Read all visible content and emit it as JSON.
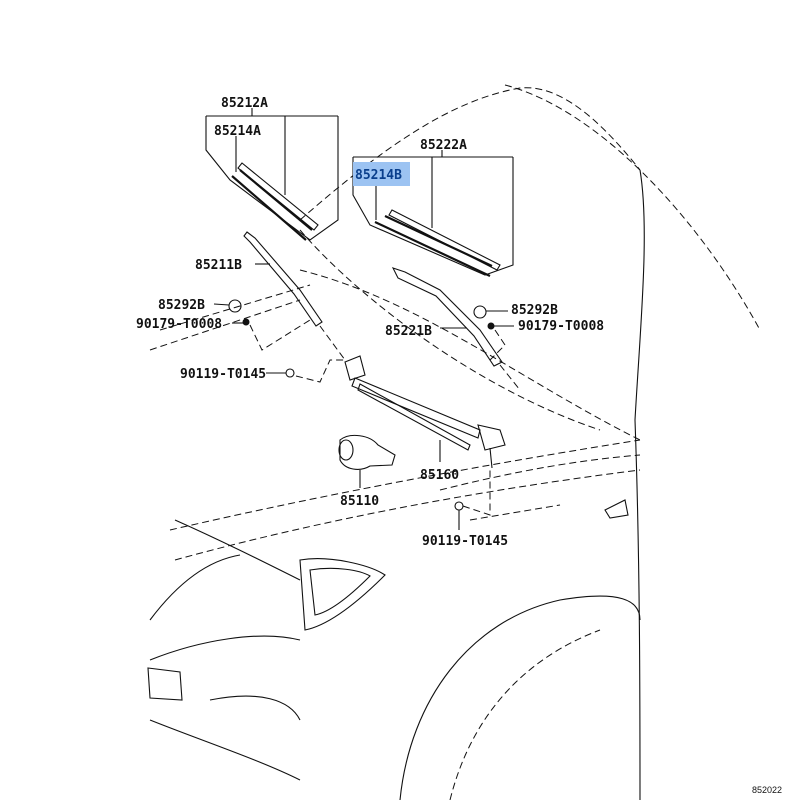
{
  "diagram": {
    "labels": {
      "wiper_blade_assy_front_lh": "85212A",
      "blade_rubber_lh": "85214A",
      "wiper_blade_assy_front_rh": "85222A",
      "blade_rubber_rh": "85214B",
      "wiper_arm_lh": "85211B",
      "cap_lh": "85292B",
      "nut_lh": "90179-T0008",
      "wiper_arm_rh": "85221B",
      "cap_rh": "85292B",
      "nut_rh": "90179-T0008",
      "bolt_upper": "90119-T0145",
      "link_assy": "85160",
      "motor_assy": "85110",
      "bolt_lower": "90119-T0145"
    },
    "highlighted_part": "85214B",
    "highlight_color": "#9cc3f2",
    "figure_number": "852022"
  }
}
